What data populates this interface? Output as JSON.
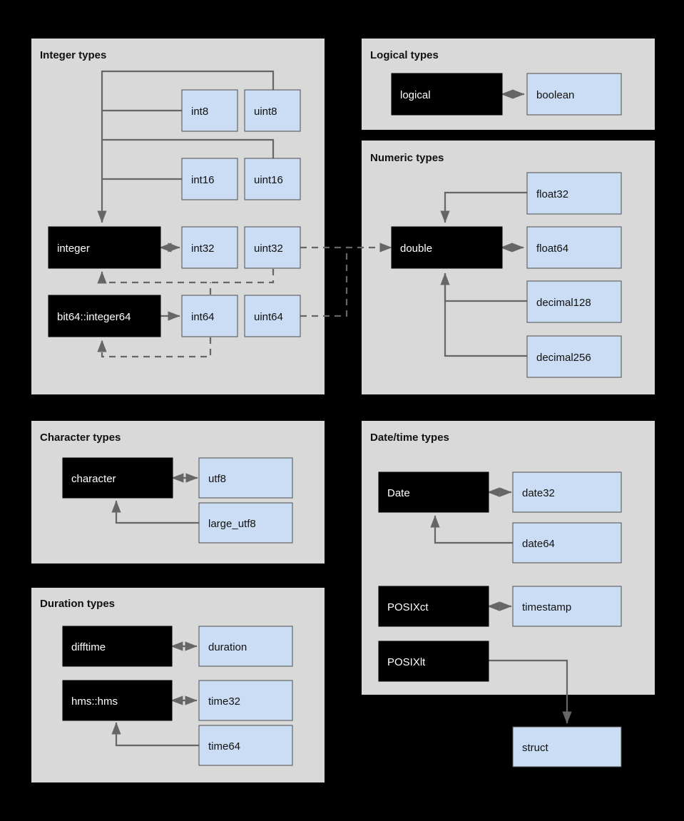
{
  "meta": {
    "background_color": "#000000",
    "panel_color": "#d9d9d9",
    "node_r_color": "#000000",
    "node_r_text_color": "#ffffff",
    "node_arrow_color": "#cbddf4",
    "node_arrow_text_color": "#111111",
    "edge_color": "#666666"
  },
  "panels": [
    {
      "id": "integer",
      "title": "Integer types"
    },
    {
      "id": "logical",
      "title": "Logical types"
    },
    {
      "id": "numeric",
      "title": "Numeric types"
    },
    {
      "id": "character",
      "title": "Character  types"
    },
    {
      "id": "datetime",
      "title": "Date/time types"
    },
    {
      "id": "duration",
      "title": "Duration  types"
    }
  ],
  "nodes": {
    "integer": [
      {
        "id": "int8",
        "label": "int8",
        "kind": "arrow"
      },
      {
        "id": "uint8",
        "label": "uint8",
        "kind": "arrow"
      },
      {
        "id": "int16",
        "label": "int16",
        "kind": "arrow"
      },
      {
        "id": "uint16",
        "label": "uint16",
        "kind": "arrow"
      },
      {
        "id": "integer",
        "label": "integer",
        "kind": "r"
      },
      {
        "id": "int32",
        "label": "int32",
        "kind": "arrow"
      },
      {
        "id": "uint32",
        "label": "uint32",
        "kind": "arrow"
      },
      {
        "id": "bit64",
        "label": "bit64::integer64",
        "kind": "r"
      },
      {
        "id": "int64",
        "label": "int64",
        "kind": "arrow"
      },
      {
        "id": "uint64",
        "label": "uint64",
        "kind": "arrow"
      }
    ],
    "logical": [
      {
        "id": "logical",
        "label": "logical",
        "kind": "r"
      },
      {
        "id": "boolean",
        "label": "boolean",
        "kind": "arrow"
      }
    ],
    "numeric": [
      {
        "id": "float32",
        "label": "float32",
        "kind": "arrow"
      },
      {
        "id": "double",
        "label": "double",
        "kind": "r"
      },
      {
        "id": "float64",
        "label": "float64",
        "kind": "arrow"
      },
      {
        "id": "decimal128",
        "label": "decimal128",
        "kind": "arrow"
      },
      {
        "id": "decimal256",
        "label": "decimal256",
        "kind": "arrow"
      }
    ],
    "character": [
      {
        "id": "character",
        "label": "character",
        "kind": "r"
      },
      {
        "id": "utf8",
        "label": "utf8",
        "kind": "arrow"
      },
      {
        "id": "large_utf8",
        "label": "large_utf8",
        "kind": "arrow"
      }
    ],
    "datetime": [
      {
        "id": "Date",
        "label": "Date",
        "kind": "r"
      },
      {
        "id": "date32",
        "label": "date32",
        "kind": "arrow"
      },
      {
        "id": "date64",
        "label": "date64",
        "kind": "arrow"
      },
      {
        "id": "POSIXct",
        "label": "POSIXct",
        "kind": "r"
      },
      {
        "id": "timestamp",
        "label": "timestamp",
        "kind": "arrow"
      },
      {
        "id": "POSIXlt",
        "label": "POSIXlt",
        "kind": "r"
      },
      {
        "id": "struct",
        "label": "struct",
        "kind": "arrow"
      }
    ],
    "duration": [
      {
        "id": "difftime",
        "label": "difftime",
        "kind": "r"
      },
      {
        "id": "duration",
        "label": "duration",
        "kind": "arrow"
      },
      {
        "id": "hmshms",
        "label": "hms::hms",
        "kind": "r"
      },
      {
        "id": "time32",
        "label": "time32",
        "kind": "arrow"
      },
      {
        "id": "time64",
        "label": "time64",
        "kind": "arrow"
      }
    ]
  },
  "edges": [
    {
      "from": "uint8",
      "to": "integer",
      "style": "solid"
    },
    {
      "from": "int8",
      "to": "integer",
      "style": "solid"
    },
    {
      "from": "uint16",
      "to": "integer",
      "style": "solid"
    },
    {
      "from": "int16",
      "to": "integer",
      "style": "solid"
    },
    {
      "from": "integer",
      "to": "int32",
      "style": "solid-bidirectional"
    },
    {
      "from": "uint32",
      "to": "integer",
      "style": "dashed"
    },
    {
      "from": "uint64",
      "to": "integer",
      "style": "dashed"
    },
    {
      "from": "int64",
      "to": "integer",
      "style": "dashed"
    },
    {
      "from": "int64",
      "to": "bit64",
      "style": "dashed"
    },
    {
      "from": "bit64",
      "to": "int64",
      "style": "solid"
    },
    {
      "from": "uint32",
      "to": "double",
      "style": "dashed"
    },
    {
      "from": "uint64",
      "to": "double",
      "style": "dashed"
    },
    {
      "from": "logical",
      "to": "boolean",
      "style": "solid-bidirectional"
    },
    {
      "from": "float32",
      "to": "double",
      "style": "solid"
    },
    {
      "from": "double",
      "to": "float64",
      "style": "solid-bidirectional"
    },
    {
      "from": "decimal128",
      "to": "double",
      "style": "solid"
    },
    {
      "from": "decimal256",
      "to": "double",
      "style": "solid"
    },
    {
      "from": "character",
      "to": "utf8",
      "style": "solid-bidirectional"
    },
    {
      "from": "large_utf8",
      "to": "character",
      "style": "solid"
    },
    {
      "from": "Date",
      "to": "date32",
      "style": "solid-bidirectional"
    },
    {
      "from": "date64",
      "to": "Date",
      "style": "solid"
    },
    {
      "from": "POSIXct",
      "to": "timestamp",
      "style": "solid-bidirectional"
    },
    {
      "from": "POSIXlt",
      "to": "struct",
      "style": "solid"
    },
    {
      "from": "difftime",
      "to": "duration",
      "style": "solid-bidirectional"
    },
    {
      "from": "hmshms",
      "to": "time32",
      "style": "solid-bidirectional"
    },
    {
      "from": "time64",
      "to": "hmshms",
      "style": "solid"
    }
  ]
}
